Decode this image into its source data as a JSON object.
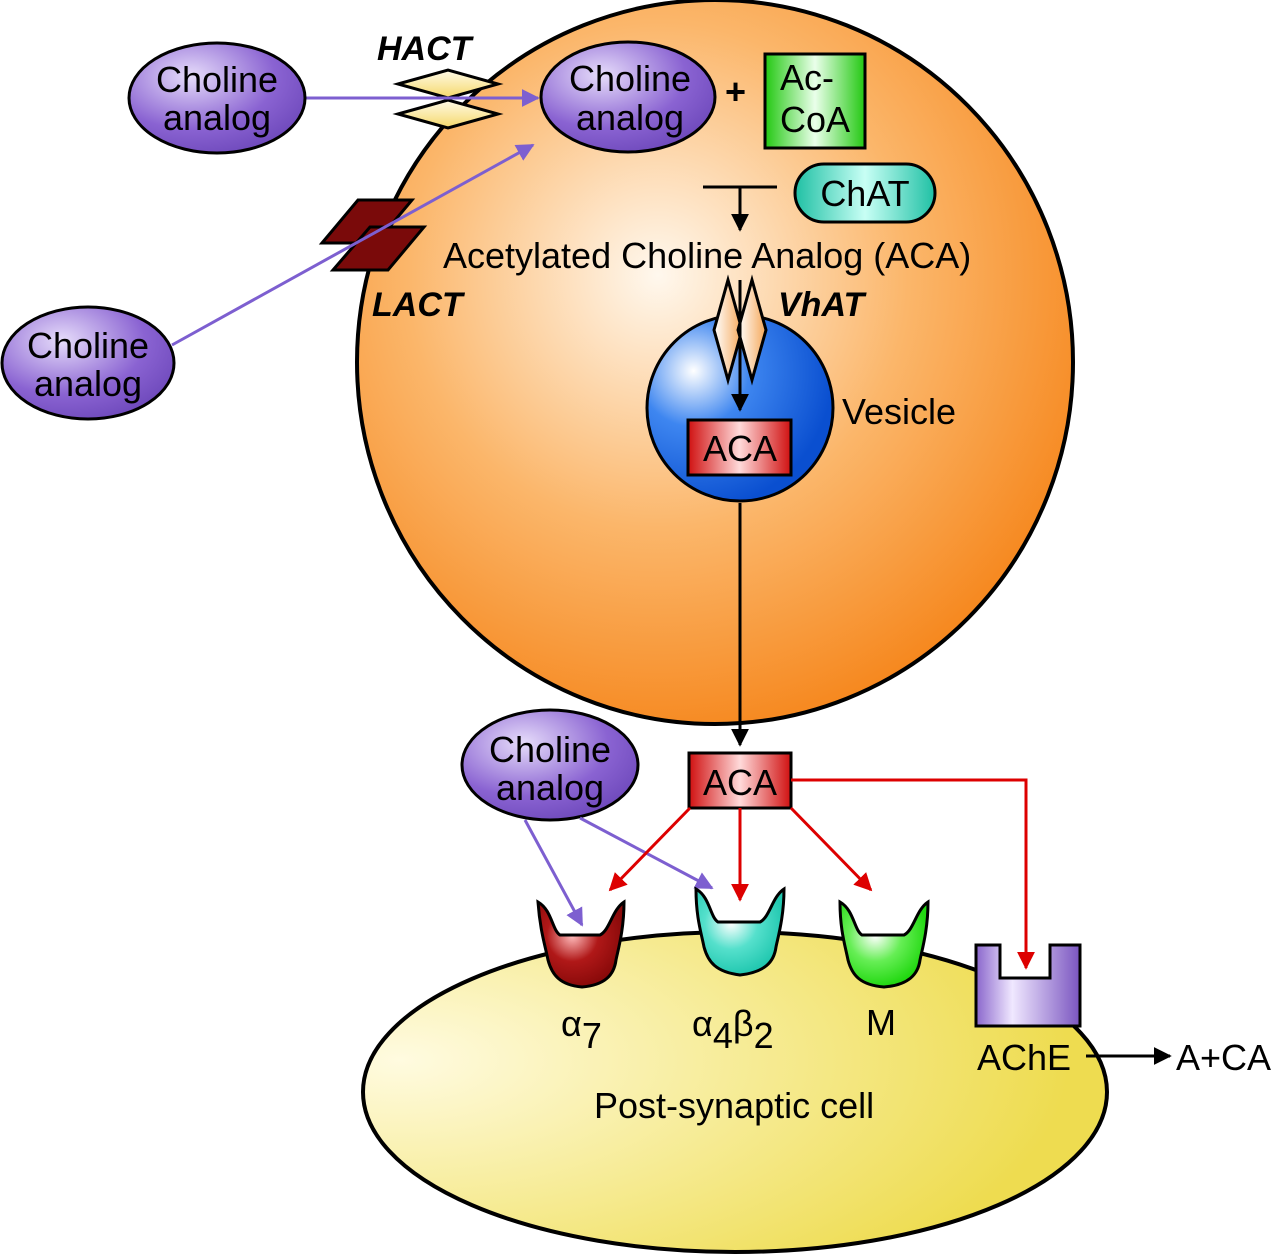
{
  "transporters": {
    "hact": "HACT",
    "lact": "LACT",
    "vhat": "VhAT"
  },
  "choline_analog": {
    "line1": "Choline",
    "line2": "analog"
  },
  "plus": "+",
  "accoa": {
    "line1": "Ac-",
    "line2": "CoA"
  },
  "chat": "ChAT",
  "aca_full": "Acetylated Choline Analog (ACA)",
  "vesicle": "Vesicle",
  "aca": "ACA",
  "receptors": {
    "alpha7": {
      "main": "α",
      "sub": "7"
    },
    "alpha4beta2": {
      "a": "α",
      "a_sub": "4",
      "b": "β",
      "b_sub": "2"
    },
    "m": "M"
  },
  "ache": "AChE",
  "products": "A+CA",
  "postsynaptic": "Post-synaptic cell",
  "colors": {
    "cell": "#f7941d",
    "postsynaptic": "#f2e366",
    "choline": "#7b55c7",
    "accoa": "#33cc22",
    "chat": "#22c4a8",
    "vesicle": "#1565e0",
    "aca": "#e02020",
    "alpha7": "#991111",
    "alpha4beta2": "#33d6c0",
    "m": "#33dd33",
    "ache": "#8866cc",
    "arrow_purple": "#7d5fd0",
    "arrow_red": "#dd0000"
  }
}
